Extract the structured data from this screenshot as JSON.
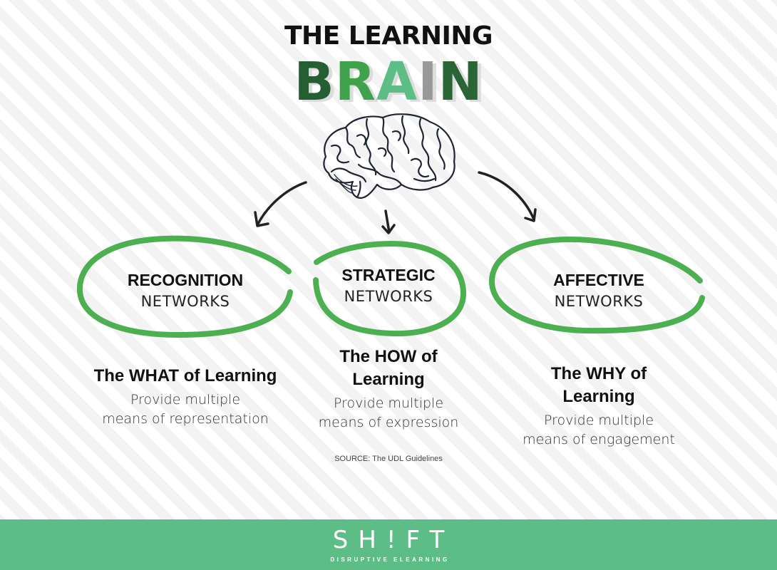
{
  "header": {
    "title_line1": "THE LEARNING",
    "title_line2_letters": [
      {
        "char": "B",
        "color": "#255e33"
      },
      {
        "char": "R",
        "color": "#3fa34d"
      },
      {
        "char": "A",
        "color": "#5dbd87"
      },
      {
        "char": "I",
        "color": "#999999"
      },
      {
        "char": "N",
        "color": "#2a6535"
      }
    ]
  },
  "illustration": {
    "icon": "brain-icon",
    "arrows": [
      "arrow-left-down",
      "arrow-down",
      "arrow-right-down"
    ]
  },
  "networks": [
    {
      "name_bold": "RECOGNITION",
      "name_light": "NETWORKS",
      "heading": "The WHAT of Learning",
      "body_line1": "Provide multiple",
      "body_line2": "means of representation"
    },
    {
      "name_bold": "STRATEGIC",
      "name_light": "NETWORKS",
      "heading_line1": "The HOW of",
      "heading_line2": "Learning",
      "body_line1": "Provide multiple",
      "body_line2": "means of expression"
    },
    {
      "name_bold": "AFFECTIVE",
      "name_light": "NETWORKS",
      "heading_line1": "The WHY of",
      "heading_line2": "Learning",
      "body_line1": "Provide multiple",
      "body_line2": "means of engagement"
    }
  ],
  "source": "SOURCE: The UDL Guidelines",
  "footer": {
    "logo": "SH!FT",
    "tagline": "DISRUPTIVE ELEARNING",
    "background": "#5dbd87"
  },
  "colors": {
    "oval_stroke": "#4caf50",
    "arrow": "#222222"
  }
}
